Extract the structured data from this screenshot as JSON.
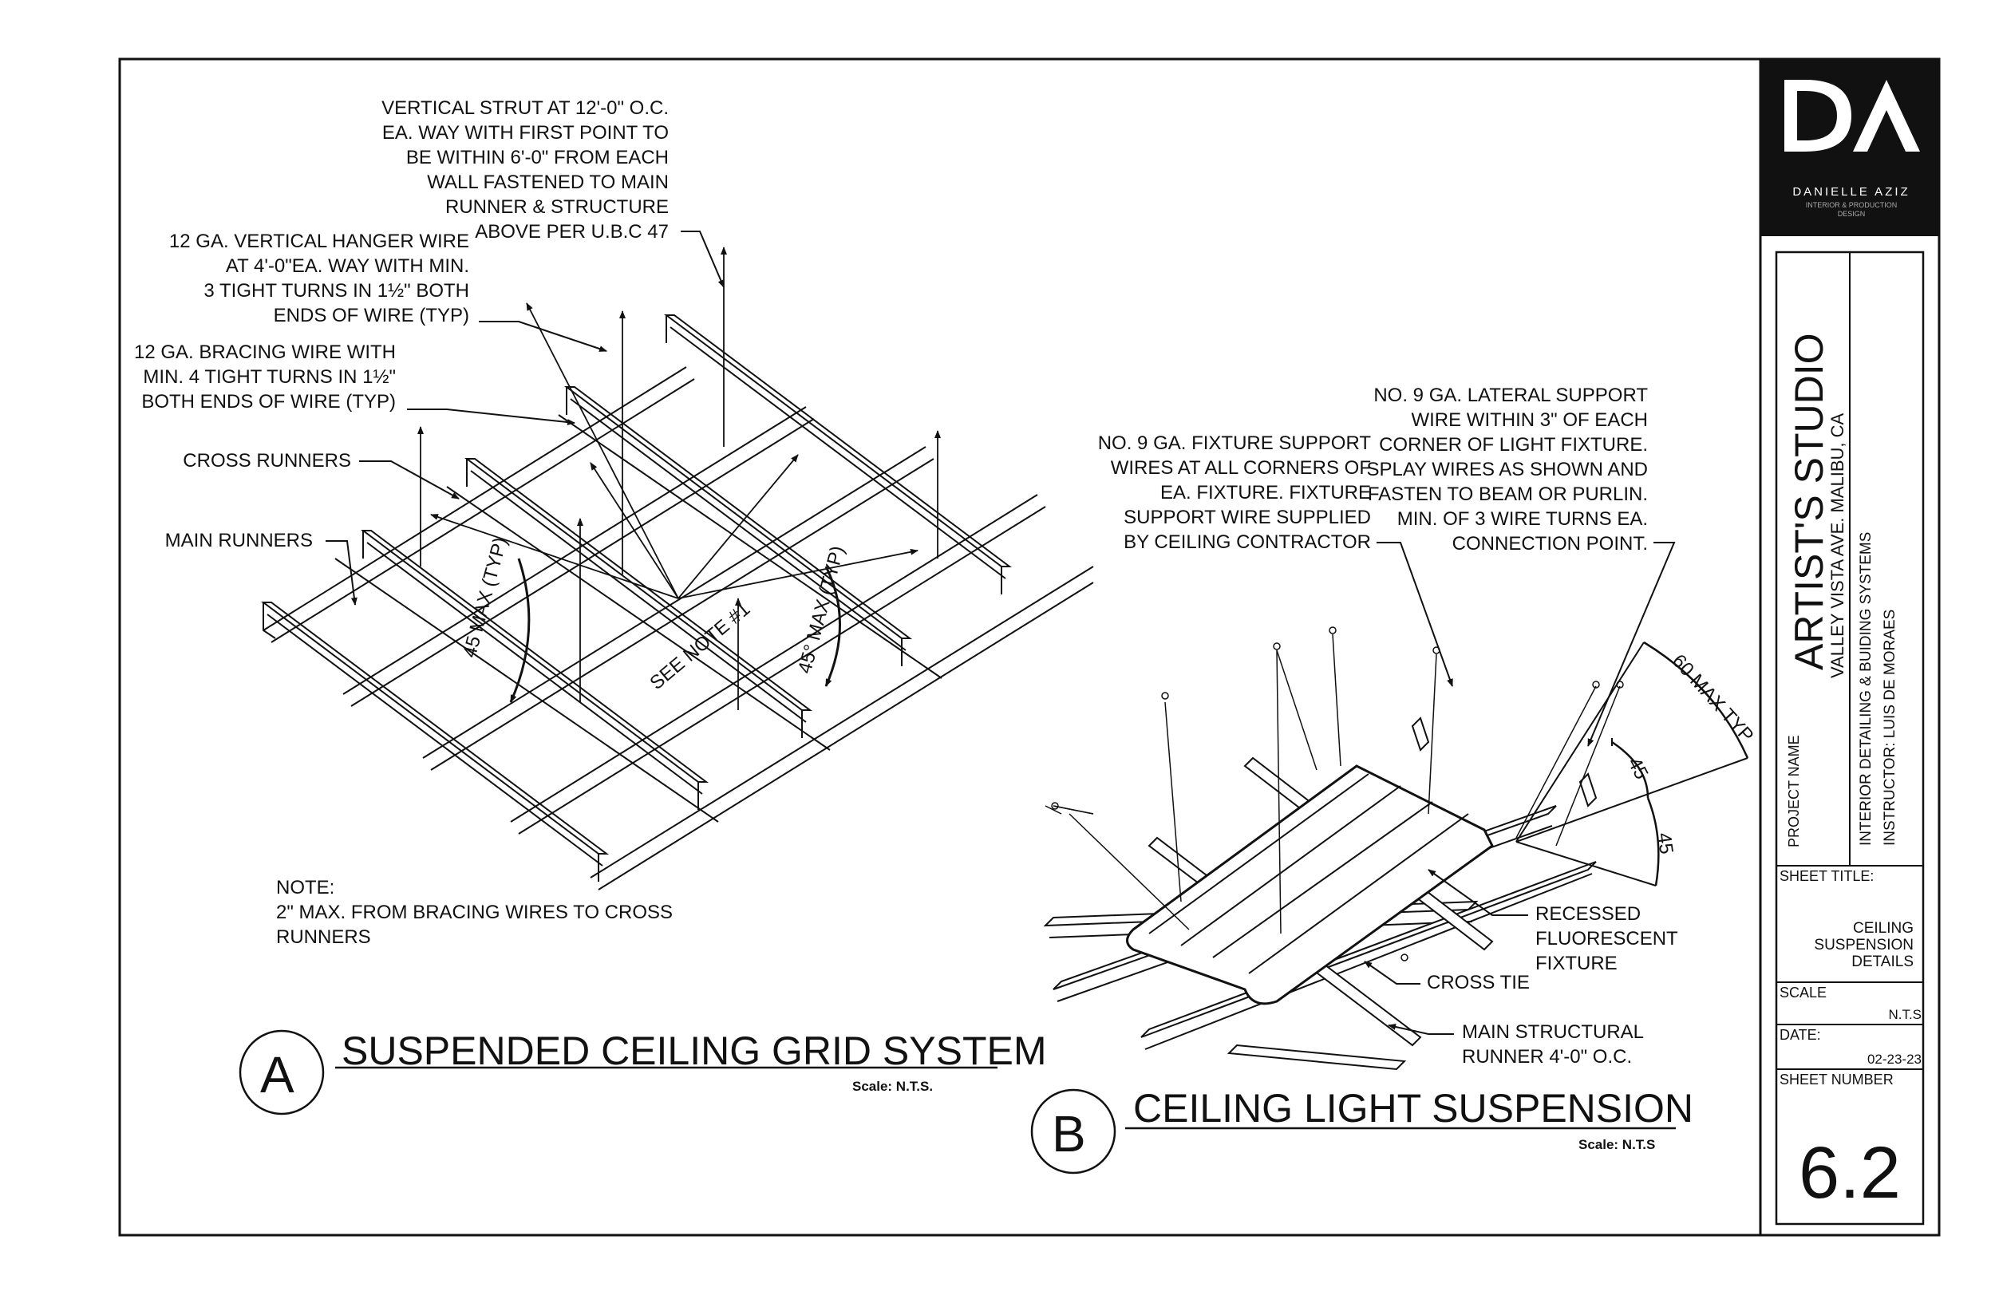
{
  "detail_a": {
    "marker": "A",
    "title": "SUSPENDED CEILING GRID SYSTEM",
    "scale": "Scale: N.T.S.",
    "callouts": {
      "vertical_strut": "VERTICAL STRUT AT 12'-0\" O.C.\nEA. WAY WITH FIRST POINT TO\nBE WITHIN 6'-0\" FROM EACH\nWALL FASTENED TO MAIN\nRUNNER & STRUCTURE\nABOVE PER U.B.C 47",
      "hanger_wire": "12 GA. VERTICAL HANGER WIRE\nAT 4'-0\"EA. WAY WITH MIN.\n3 TIGHT TURNS IN 1½\" BOTH\nENDS OF WIRE (TYP)",
      "bracing_wire": "12 GA. BRACING WIRE WITH\nMIN. 4 TIGHT TURNS IN 1½\"\nBOTH ENDS OF WIRE (TYP)",
      "cross_runners": "CROSS RUNNERS",
      "main_runners": "MAIN RUNNERS",
      "angle_left": "45 MAX\n(TYP)",
      "angle_right": "45°\nMAX (TYP)",
      "see_note": "SEE\nNOTE #1"
    },
    "note": "NOTE:\n2\" MAX. FROM BRACING WIRES TO CROSS\nRUNNERS"
  },
  "detail_b": {
    "marker": "B",
    "title": "CEILING LIGHT SUSPENSION",
    "scale": "Scale: N.T.S",
    "callouts": {
      "fixture_support": "NO. 9 GA. FIXTURE SUPPORT\nWIRES AT ALL CORNERS OF\nEA. FIXTURE. FIXTURE\nSUPPORT WIRE SUPPLIED\nBY CEILING CONTRACTOR",
      "lateral_support": "NO. 9 GA. LATERAL SUPPORT\nWIRE WITHIN 3\" OF EACH\nCORNER OF LIGHT FIXTURE.\nSPLAY WIRES AS SHOWN AND\nFASTEN TO BEAM OR PURLIN.\nMIN. OF 3 WIRE TURNS EA.\nCONNECTION POINT.",
      "angle_60": "60 MAX TYP",
      "angle_45a": "45",
      "angle_45b": "45",
      "recessed": "RECESSED\nFLUORESCENT\nFIXTURE",
      "cross_tie": "CROSS TIE",
      "main_structural": "MAIN STRUCTURAL\nRUNNER 4'-0\" O.C."
    }
  },
  "title_block": {
    "logo_letters": "DA",
    "logo_name": "DANIELLE   AZIZ",
    "logo_tagline": "INTERIOR & PRODUCTION\nDESIGN",
    "project_name_label": "PROJECT NAME",
    "project_name": "ARTIST'S STUDIO",
    "project_address": "VALLEY VISTA AVE. MALIBU, CA",
    "course": "INTERIOR DETAILING & BUIDING SYSTEMS",
    "instructor": "INSTRUCTOR: LUIS DE MORAES",
    "sheet_title_label": "SHEET TITLE:",
    "sheet_title": "CEILING\nSUSPENSION\nDETAILS",
    "scale_label": "SCALE",
    "scale_value": "N.T.S",
    "date_label": "DATE:",
    "date_value": "02-23-23",
    "sheet_number_label": "SHEET NUMBER",
    "sheet_number": "6.2"
  }
}
